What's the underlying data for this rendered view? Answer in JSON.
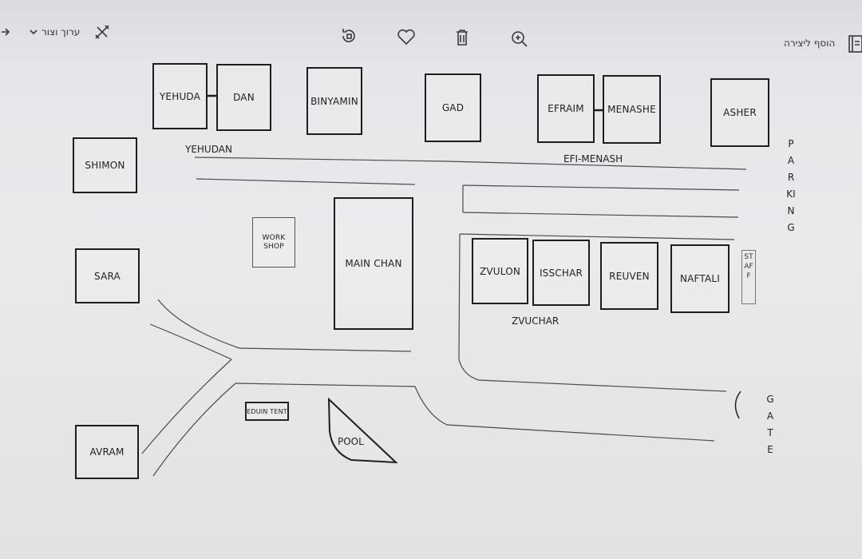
{
  "toolbar": {
    "edit_create_label": "ערוך וצור",
    "add_to_creation_label": "הוסף ליצירה",
    "icons": [
      "share-icon",
      "chevron-down-icon",
      "edit-tools-icon",
      "rotate-icon",
      "heart-icon",
      "trash-icon",
      "zoom-in-icon",
      "add-to-creation-icon",
      "sidebar-icon"
    ]
  },
  "map": {
    "buildings": {
      "yehuda": "YEHUDA",
      "dan": "DAN",
      "binyamin": "BINYAMIN",
      "gad": "GAD",
      "efraim": "EFRAIM",
      "menashe": "MENASHE",
      "asher": "ASHER",
      "shimon": "SHIMON",
      "sara": "SARA",
      "avram": "AVRAM",
      "workshop": "WORK SHOP",
      "main_chan": "MAIN CHAN",
      "zvulon": "ZVULON",
      "isschar": "ISSCHAR",
      "reuven": "REUVEN",
      "naftali": "NAFTALI",
      "staff": "STAFF",
      "beduin_tent": "EDUIN TENT",
      "pool": "POOL"
    },
    "labels": {
      "yehudan": "YEHUDAN",
      "efi_menash": "EFI-MENASH",
      "zvuchar": "ZVUCHAR",
      "parking": "PARKING",
      "gate": "GATE"
    }
  }
}
